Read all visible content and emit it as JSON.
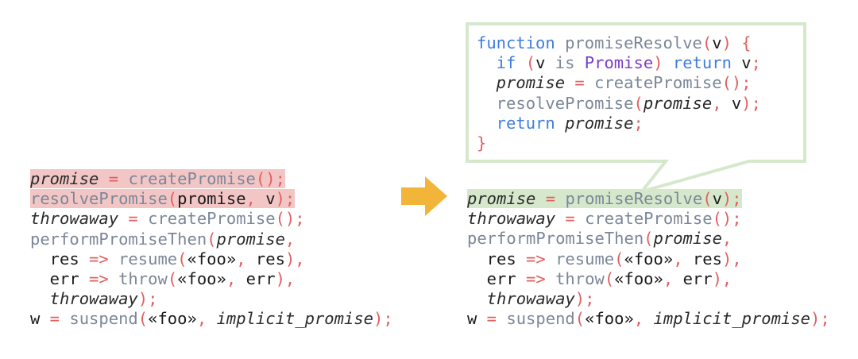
{
  "left": {
    "lines": [
      [
        {
          "t": "promise",
          "c": "i"
        },
        {
          "t": " = ",
          "c": "p"
        },
        {
          "t": "createPromise",
          "c": "f"
        },
        {
          "t": "();",
          "c": "p"
        }
      ],
      [
        {
          "t": "resolvePromise",
          "c": "f"
        },
        {
          "t": "(",
          "c": "p"
        },
        {
          "t": "promise",
          "c": "v"
        },
        {
          "t": ", ",
          "c": "p"
        },
        {
          "t": "v",
          "c": "v"
        },
        {
          "t": ");",
          "c": "p"
        }
      ],
      [
        {
          "t": "throwaway",
          "c": "i"
        },
        {
          "t": " = ",
          "c": "p"
        },
        {
          "t": "createPromise",
          "c": "f"
        },
        {
          "t": "();",
          "c": "p"
        }
      ],
      [
        {
          "t": "performPromiseThen",
          "c": "f"
        },
        {
          "t": "(",
          "c": "p"
        },
        {
          "t": "promise",
          "c": "i"
        },
        {
          "t": ",",
          "c": "p"
        }
      ],
      [
        {
          "t": "  res",
          "c": "v"
        },
        {
          "t": " => ",
          "c": "p"
        },
        {
          "t": "resume",
          "c": "f"
        },
        {
          "t": "(",
          "c": "p"
        },
        {
          "t": "«foo»",
          "c": "s"
        },
        {
          "t": ", ",
          "c": "p"
        },
        {
          "t": "res",
          "c": "v"
        },
        {
          "t": "),",
          "c": "p"
        }
      ],
      [
        {
          "t": "  err",
          "c": "v"
        },
        {
          "t": " => ",
          "c": "p"
        },
        {
          "t": "throw",
          "c": "f"
        },
        {
          "t": "(",
          "c": "p"
        },
        {
          "t": "«foo»",
          "c": "s"
        },
        {
          "t": ", ",
          "c": "p"
        },
        {
          "t": "err",
          "c": "v"
        },
        {
          "t": "),",
          "c": "p"
        }
      ],
      [
        {
          "t": "  throwaway",
          "c": "i"
        },
        {
          "t": ");",
          "c": "p"
        }
      ],
      [
        {
          "t": "w",
          "c": "v"
        },
        {
          "t": " = ",
          "c": "p"
        },
        {
          "t": "suspend",
          "c": "f"
        },
        {
          "t": "(",
          "c": "p"
        },
        {
          "t": "«foo»",
          "c": "s"
        },
        {
          "t": ", ",
          "c": "p"
        },
        {
          "t": "implicit_promise",
          "c": "i"
        },
        {
          "t": ");",
          "c": "p"
        }
      ]
    ]
  },
  "right": {
    "lines": [
      [
        {
          "t": "promise",
          "c": "i"
        },
        {
          "t": " = ",
          "c": "p"
        },
        {
          "t": "promiseResolve",
          "c": "f"
        },
        {
          "t": "(",
          "c": "p"
        },
        {
          "t": "v",
          "c": "v"
        },
        {
          "t": ");",
          "c": "p"
        }
      ],
      [
        {
          "t": "throwaway",
          "c": "i"
        },
        {
          "t": " = ",
          "c": "p"
        },
        {
          "t": "createPromise",
          "c": "f"
        },
        {
          "t": "();",
          "c": "p"
        }
      ],
      [
        {
          "t": "performPromiseThen",
          "c": "f"
        },
        {
          "t": "(",
          "c": "p"
        },
        {
          "t": "promise",
          "c": "i"
        },
        {
          "t": ",",
          "c": "p"
        }
      ],
      [
        {
          "t": "  res",
          "c": "v"
        },
        {
          "t": " => ",
          "c": "p"
        },
        {
          "t": "resume",
          "c": "f"
        },
        {
          "t": "(",
          "c": "p"
        },
        {
          "t": "«foo»",
          "c": "s"
        },
        {
          "t": ", ",
          "c": "p"
        },
        {
          "t": "res",
          "c": "v"
        },
        {
          "t": "),",
          "c": "p"
        }
      ],
      [
        {
          "t": "  err",
          "c": "v"
        },
        {
          "t": " => ",
          "c": "p"
        },
        {
          "t": "throw",
          "c": "f"
        },
        {
          "t": "(",
          "c": "p"
        },
        {
          "t": "«foo»",
          "c": "s"
        },
        {
          "t": ", ",
          "c": "p"
        },
        {
          "t": "err",
          "c": "v"
        },
        {
          "t": "),",
          "c": "p"
        }
      ],
      [
        {
          "t": "  throwaway",
          "c": "i"
        },
        {
          "t": ");",
          "c": "p"
        }
      ],
      [
        {
          "t": "w",
          "c": "v"
        },
        {
          "t": " = ",
          "c": "p"
        },
        {
          "t": "suspend",
          "c": "f"
        },
        {
          "t": "(",
          "c": "p"
        },
        {
          "t": "«foo»",
          "c": "s"
        },
        {
          "t": ", ",
          "c": "p"
        },
        {
          "t": "implicit_promise",
          "c": "i"
        },
        {
          "t": ");",
          "c": "p"
        }
      ]
    ]
  },
  "callout": {
    "lines": [
      [
        {
          "t": "function ",
          "c": "k"
        },
        {
          "t": "promiseResolve",
          "c": "f"
        },
        {
          "t": "(",
          "c": "p"
        },
        {
          "t": "v",
          "c": "v"
        },
        {
          "t": ") {",
          "c": "p"
        }
      ],
      [
        {
          "t": "  if ",
          "c": "k"
        },
        {
          "t": "(",
          "c": "p"
        },
        {
          "t": "v",
          "c": "v"
        },
        {
          "t": " is ",
          "c": "f"
        },
        {
          "t": "Promise",
          "c": "t"
        },
        {
          "t": ") ",
          "c": "p"
        },
        {
          "t": "return ",
          "c": "k"
        },
        {
          "t": "v",
          "c": "v"
        },
        {
          "t": ";",
          "c": "p"
        }
      ],
      [
        {
          "t": "  promise",
          "c": "i"
        },
        {
          "t": " = ",
          "c": "p"
        },
        {
          "t": "createPromise",
          "c": "f"
        },
        {
          "t": "();",
          "c": "p"
        }
      ],
      [
        {
          "t": "  resolvePromise",
          "c": "f"
        },
        {
          "t": "(",
          "c": "p"
        },
        {
          "t": "promise",
          "c": "i"
        },
        {
          "t": ", ",
          "c": "p"
        },
        {
          "t": "v",
          "c": "v"
        },
        {
          "t": ");",
          "c": "p"
        }
      ],
      [
        {
          "t": "  return ",
          "c": "k"
        },
        {
          "t": "promise",
          "c": "i"
        },
        {
          "t": ";",
          "c": "p"
        }
      ],
      [
        {
          "t": "}",
          "c": "p"
        }
      ]
    ]
  },
  "colors": {
    "removed_highlight": "#f3c6c6",
    "added_highlight": "#d6e8cc",
    "arrow": "#f2b53a",
    "callout_border": "#d6e8cc"
  },
  "icons": {
    "transform_arrow": "right-arrow-icon"
  }
}
